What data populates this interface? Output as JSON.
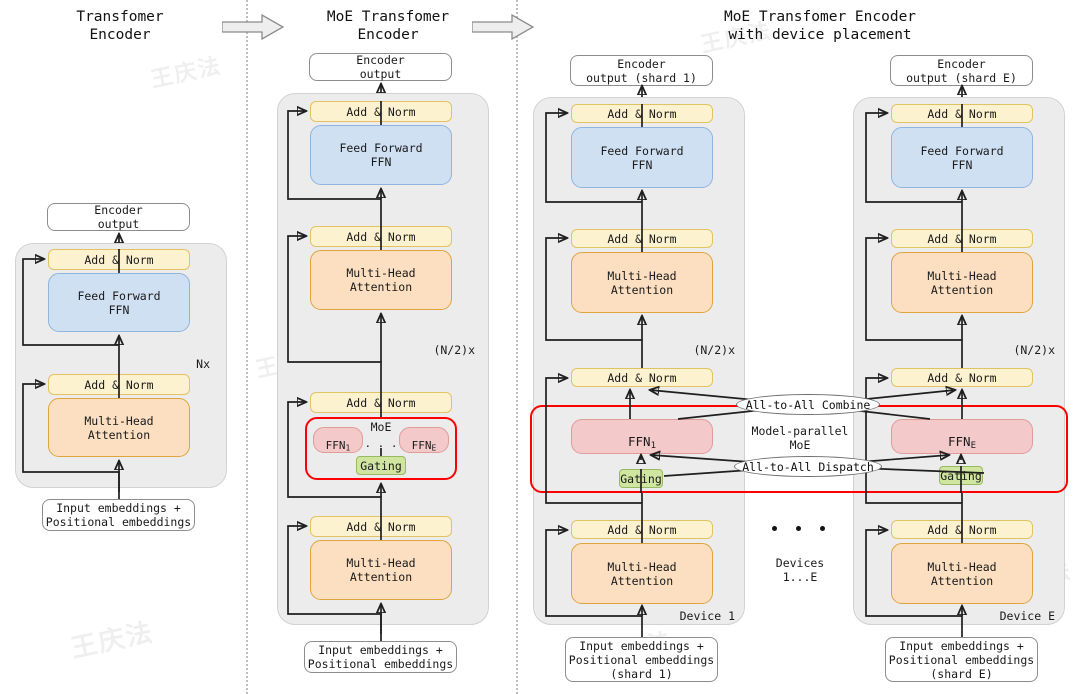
{
  "meta": {
    "watermark_text": "王庆法",
    "accent_moe_border": "#ff0000",
    "panel_fill": "#ececec",
    "addnorm_fill": "#fdf2d0",
    "attention_fill": "#fbdfc0",
    "ffn_fill": "#cfe0f3",
    "expert_fill": "#f3c9c9",
    "gating_fill": "#cfe5a0"
  },
  "columns": [
    {
      "id": "plain",
      "title": "Transfomer\nEncoder"
    },
    {
      "id": "moe",
      "title": "MoE Transfomer\nEncoder"
    },
    {
      "id": "device",
      "title": "MoE Transfomer Encoder\nwith device placement"
    }
  ],
  "transitions": [
    {
      "name": "arrow-1",
      "icon": "right-block-arrow"
    },
    {
      "name": "arrow-2",
      "icon": "right-block-arrow"
    }
  ],
  "labels": {
    "add_norm": "Add & Norm",
    "feed_forward": "Feed Forward\nFFN",
    "multi_head": "Multi-Head\nAttention",
    "encoder_output": "Encoder\noutput",
    "encoder_output_shard1": "Encoder\noutput (shard 1)",
    "encoder_output_shardE": "Encoder\noutput (shard E)",
    "input_embeddings": "Input embeddings +\nPositional embeddings",
    "input_embeddings_shard1": "Input embeddings +\nPositional embeddings\n(shard 1)",
    "input_embeddings_shardE": "Input embeddings +\nPositional embeddings\n(shard E)",
    "repeat_nx": "Nx",
    "repeat_half_nx": "(N/2)x",
    "moe": "MoE",
    "moe_ellipsis": ". . .",
    "gating": "Gating",
    "ffn_1": "FFN",
    "ffn_1_sub": "1",
    "ffn_e": "FFN",
    "ffn_e_sub": "E",
    "all_to_all_combine": "All-to-All Combine",
    "all_to_all_dispatch": "All-to-All Dispatch",
    "model_parallel_moe": "Model-parallel\nMoE",
    "device_1": "Device 1",
    "device_e": "Device E",
    "devices_range": "Devices\n1...E"
  }
}
